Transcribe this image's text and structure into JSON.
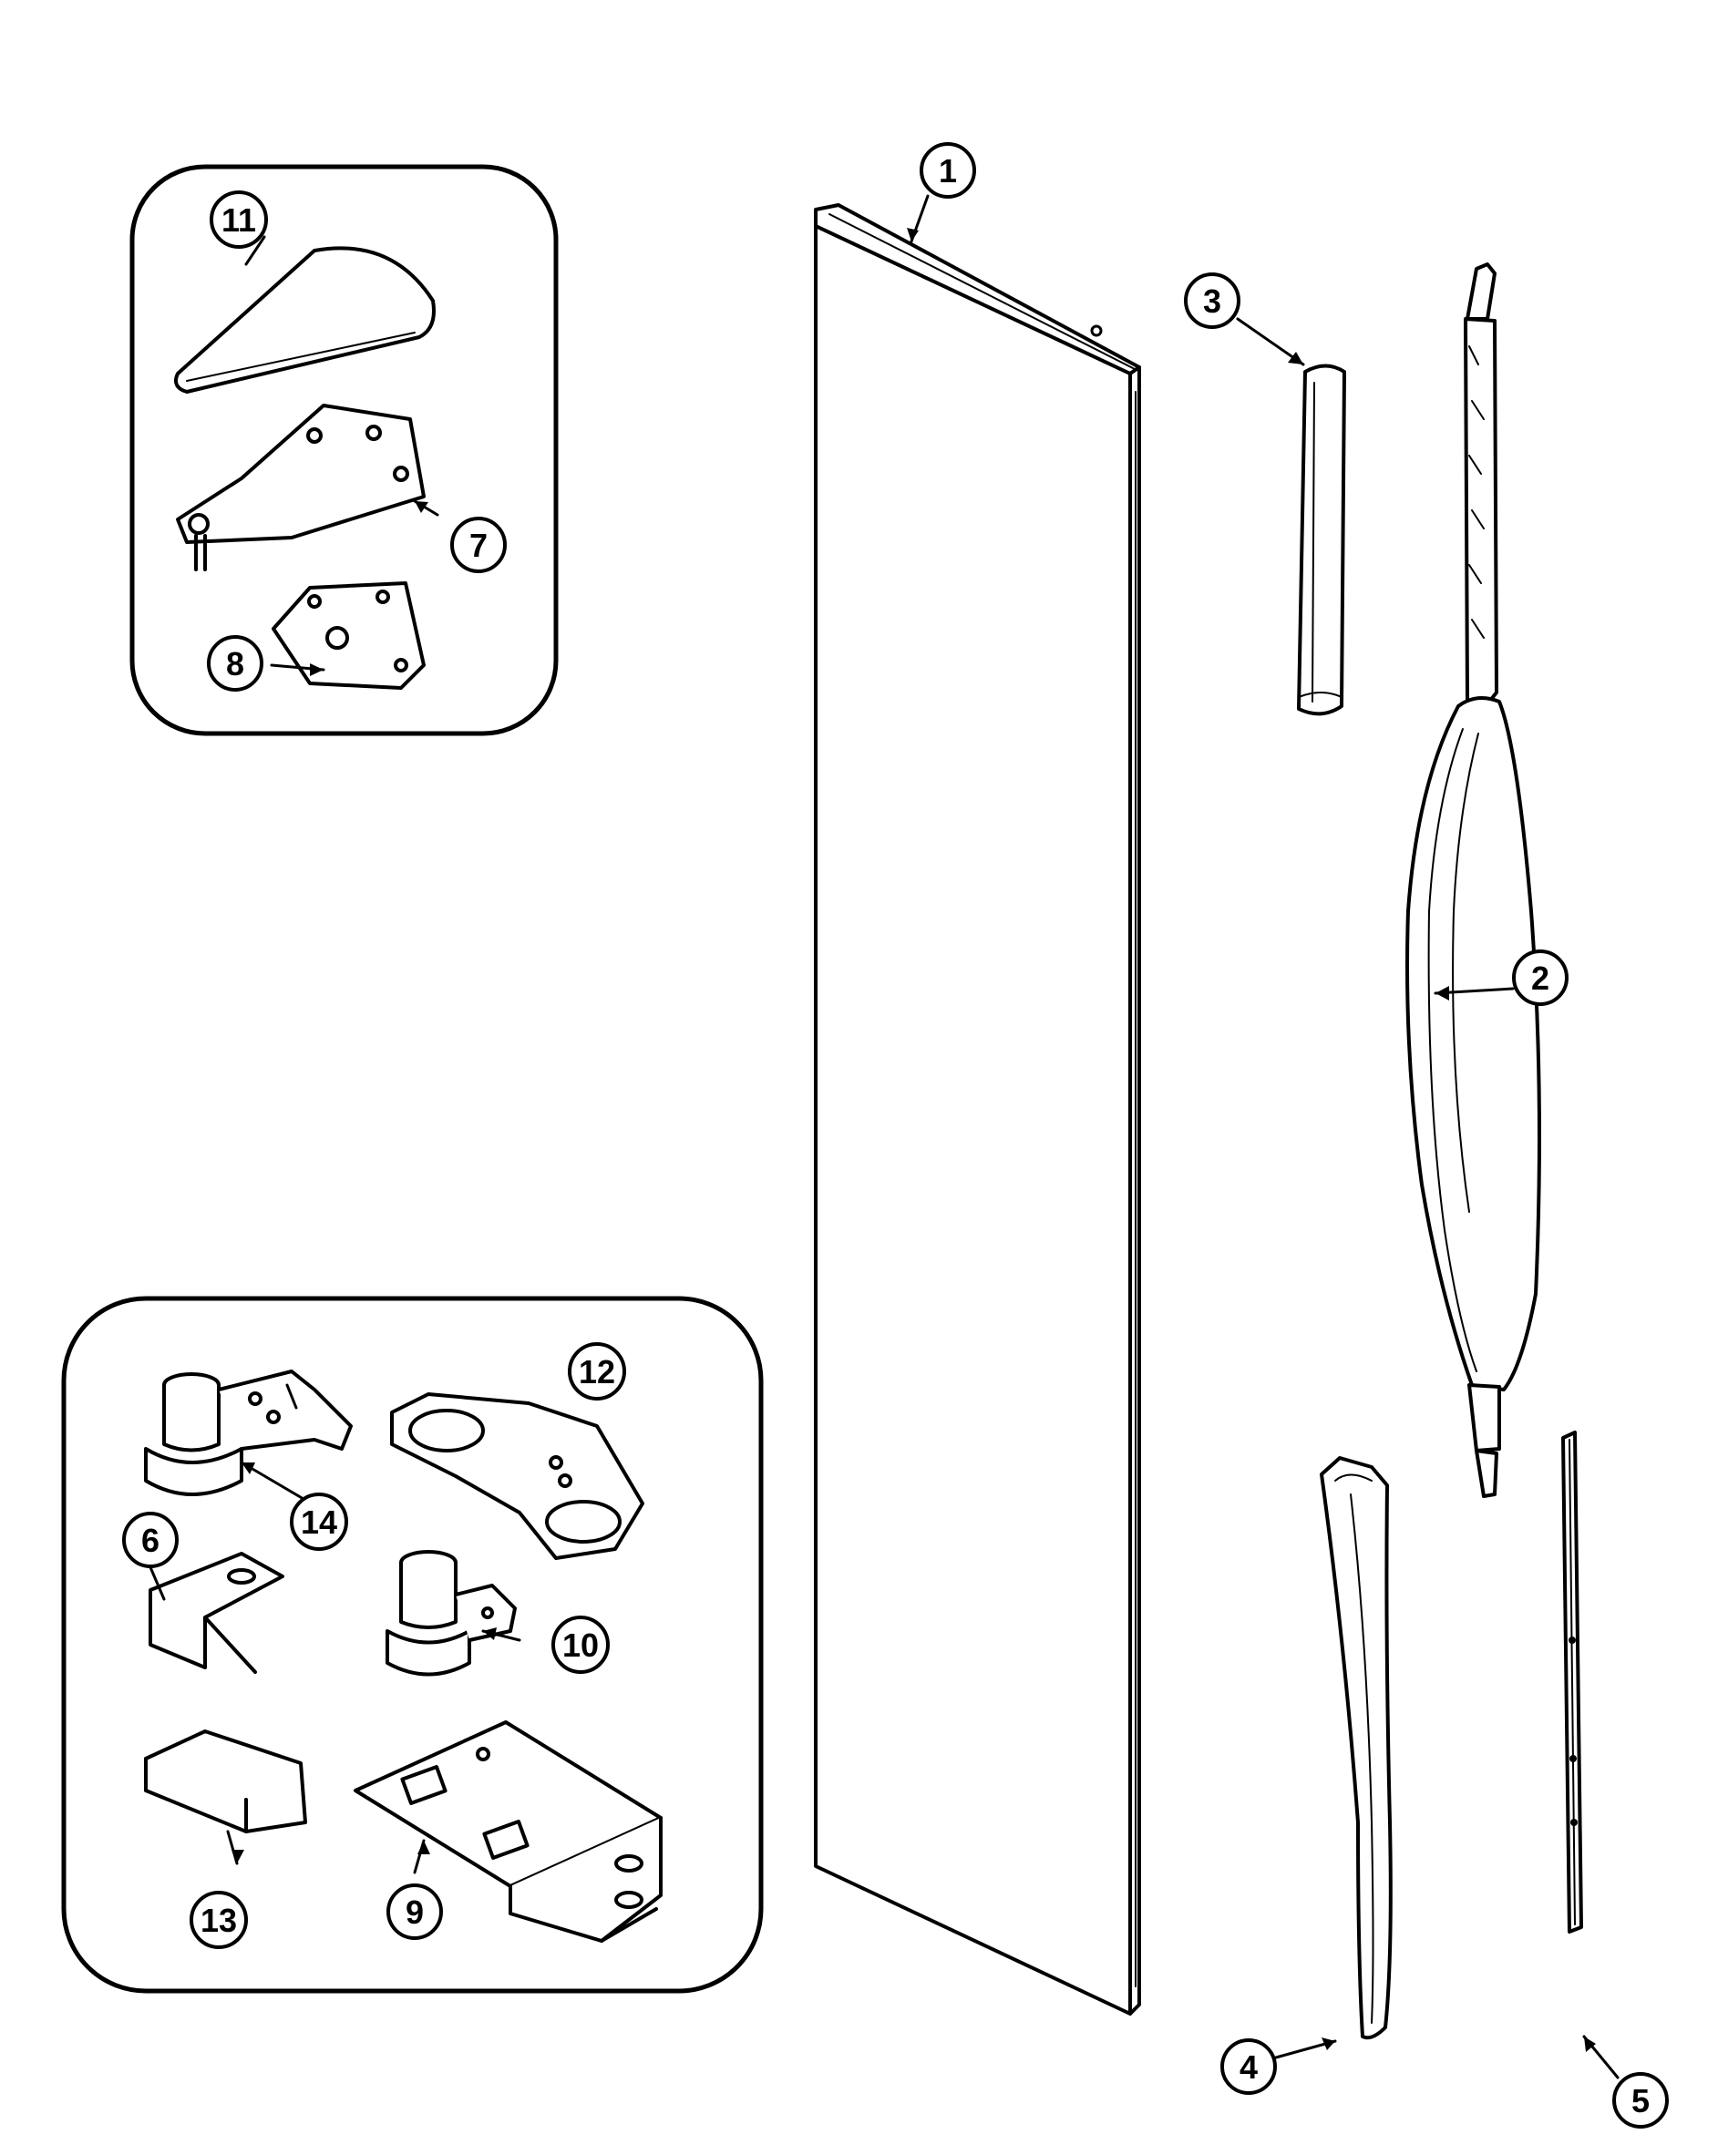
{
  "colors": {
    "line": "#000000",
    "background": "#ffffff"
  },
  "callouts": {
    "c1": "1",
    "c2": "2",
    "c3": "3",
    "c4": "4",
    "c5": "5",
    "c6": "6",
    "c7": "7",
    "c8": "8",
    "c9": "9",
    "c10": "10",
    "c11": "11",
    "c12": "12",
    "c13": "13",
    "c14": "14"
  }
}
